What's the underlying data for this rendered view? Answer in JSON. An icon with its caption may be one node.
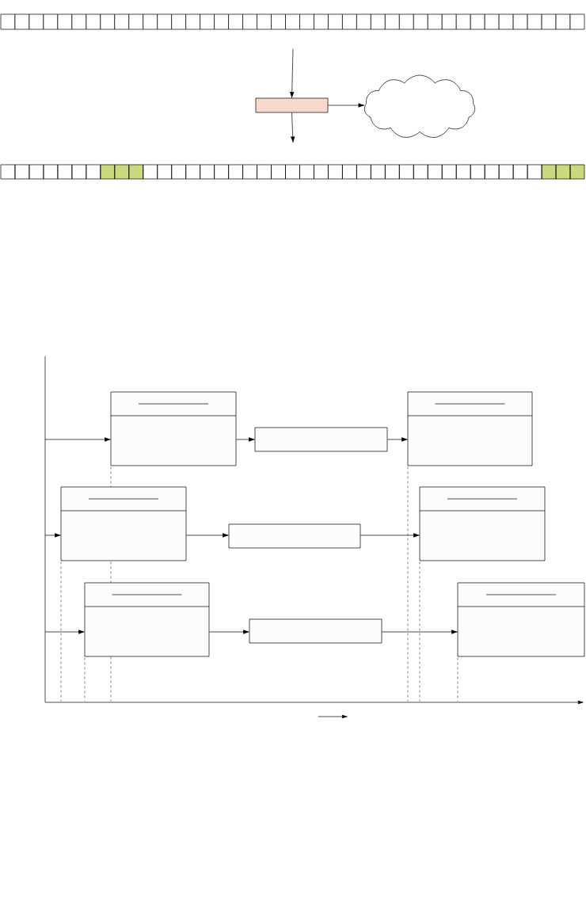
{
  "diagram": {
    "nodes": [
      {
        "text": [],
        "shape": "box"
      },
      {
        "text": [],
        "shape": "cloud"
      },
      {
        "text": [],
        "shape": "box"
      },
      {
        "text": [],
        "shape": "box"
      },
      {
        "text": [],
        "shape": "box"
      },
      {
        "text": [],
        "shape": "box"
      },
      {
        "text": [],
        "shape": "box"
      },
      {
        "text": [],
        "shape": "box"
      },
      {
        "text": [],
        "shape": "box"
      },
      {
        "text": [],
        "shape": "box"
      },
      {
        "text": [],
        "shape": "box"
      }
    ],
    "edges": [
      {
        "from": null,
        "to": 0,
        "arrow": "to"
      },
      {
        "from": 0,
        "to": 1,
        "arrow": "to"
      },
      {
        "from": 0,
        "to": null,
        "arrow": "to"
      },
      {
        "from": null,
        "to": 2,
        "arrow": "to"
      },
      {
        "from": 2,
        "to": 3,
        "arrow": "to"
      },
      {
        "from": 3,
        "to": 4,
        "arrow": "to"
      },
      {
        "from": null,
        "to": 5,
        "arrow": "to"
      },
      {
        "from": 5,
        "to": 6,
        "arrow": "to"
      },
      {
        "from": 6,
        "to": 7,
        "arrow": "to"
      },
      {
        "from": null,
        "to": 8,
        "arrow": "to"
      },
      {
        "from": 8,
        "to": 9,
        "arrow": "to"
      },
      {
        "from": 9,
        "to": 10,
        "arrow": "to"
      }
    ]
  }
}
